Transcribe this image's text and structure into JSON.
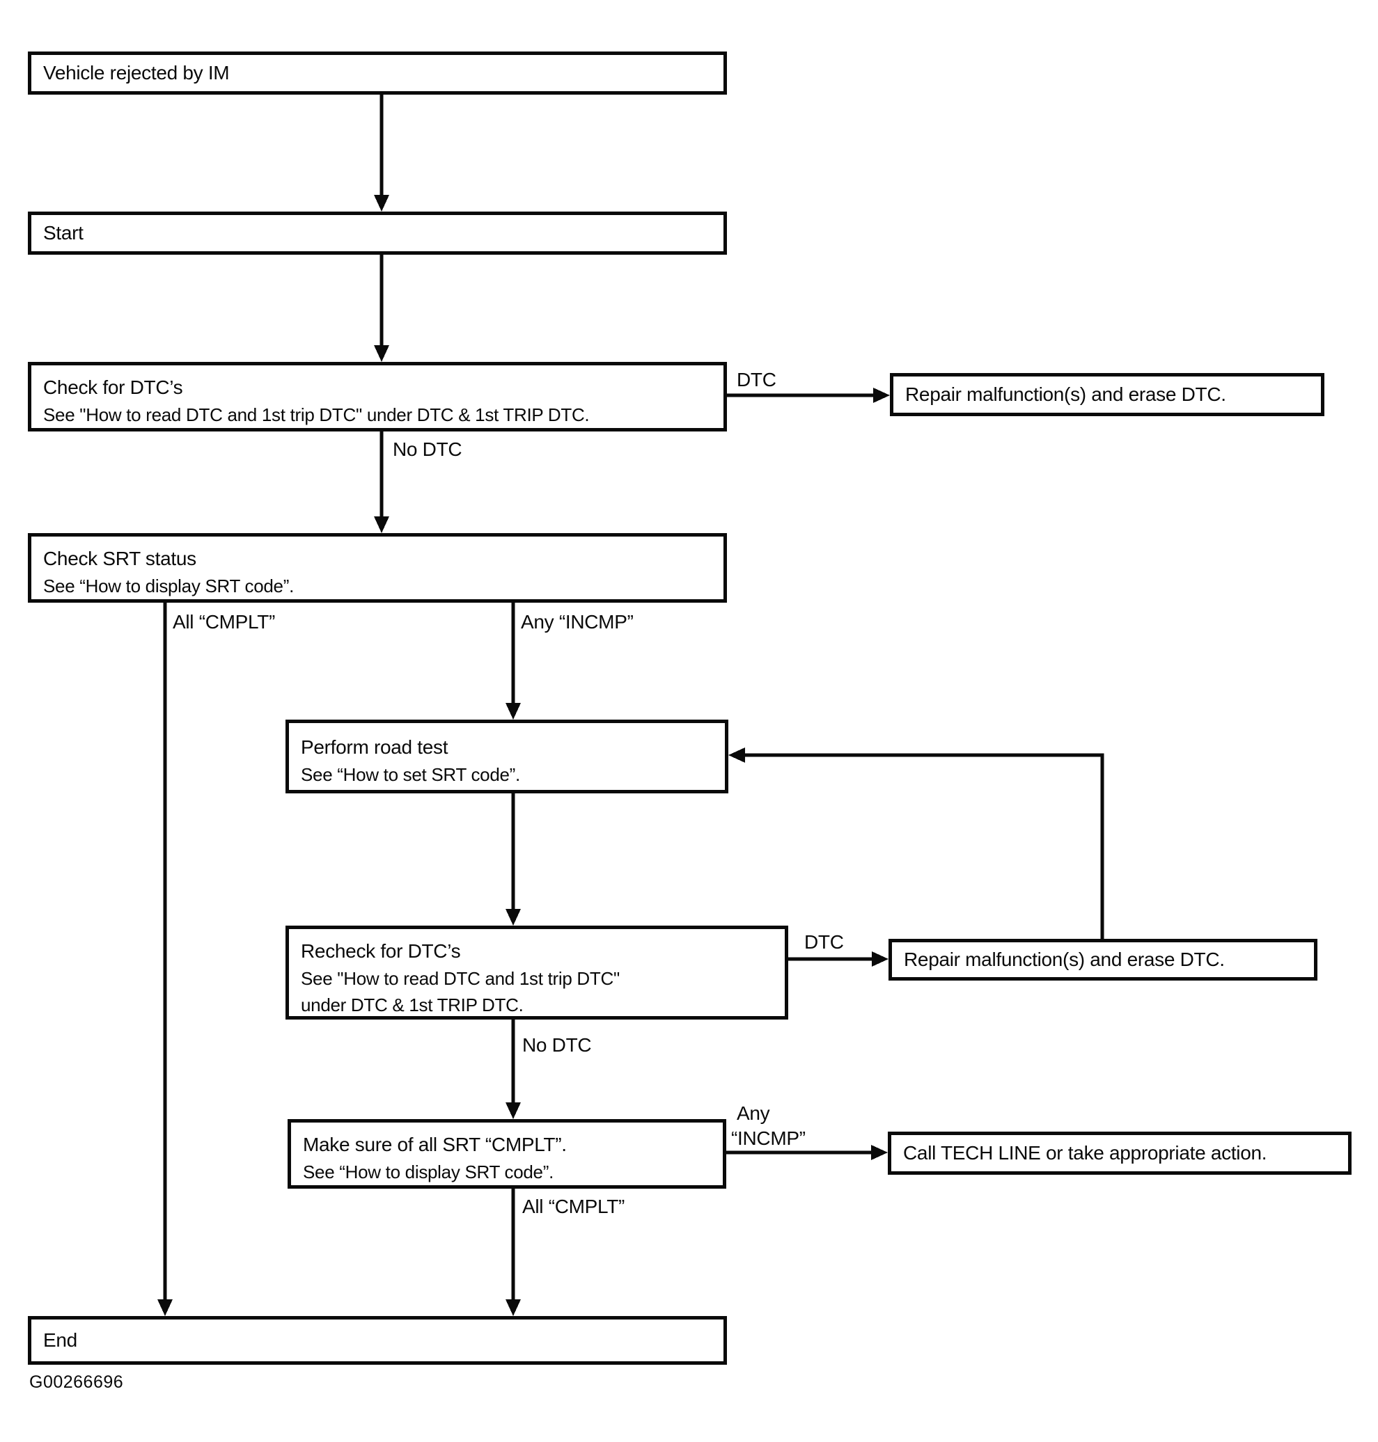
{
  "figure_id": "G00266696",
  "colors": {
    "ink": "#0a0a0a",
    "paper": "#ffffff"
  },
  "nodes": {
    "vehicle_rejected": {
      "title": "Vehicle rejected by IM"
    },
    "start": {
      "title": "Start"
    },
    "check_dtc": {
      "title": "Check for DTC’s",
      "subtitle": "See \"How to read DTC and 1st trip DTC\" under DTC & 1st TRIP DTC."
    },
    "repair_erase_1": {
      "title": "Repair malfunction(s) and erase DTC."
    },
    "check_srt": {
      "title": "Check SRT status",
      "subtitle": "See “How to display SRT code”."
    },
    "road_test": {
      "title": "Perform road test",
      "subtitle": "See “How to set SRT code”."
    },
    "recheck_dtc": {
      "title": "Recheck for DTC’s",
      "subtitle": "See \"How to read DTC and 1st trip DTC\"",
      "subtitle2": "under DTC & 1st TRIP DTC."
    },
    "repair_erase_2": {
      "title": "Repair malfunction(s) and erase DTC."
    },
    "confirm_srt": {
      "title": "Make sure of all SRT “CMPLT”.",
      "subtitle": "See “How to display SRT code”."
    },
    "call_tech_line": {
      "title": "Call TECH LINE or take appropriate action."
    },
    "end": {
      "title": "End"
    }
  },
  "edge_labels": {
    "dtc_1": "DTC",
    "no_dtc_1": "No DTC",
    "all_cmplt_1": "All “CMPLT”",
    "any_incmp_1": "Any “INCMP”",
    "dtc_2": "DTC",
    "no_dtc_2": "No DTC",
    "any_2_line1": "Any",
    "any_2_line2": "“INCMP”",
    "all_cmplt_2": "All “CMPLT”"
  }
}
